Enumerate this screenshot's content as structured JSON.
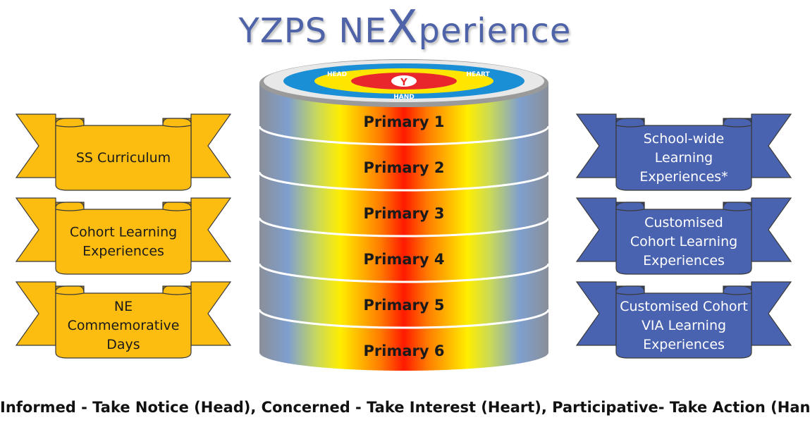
{
  "title": {
    "before": "YZPS NE",
    "big": "X",
    "after": "perience"
  },
  "layers": [
    "Primary 1",
    "Primary 2",
    "Primary 3",
    "Primary 4",
    "Primary 5",
    "Primary 6"
  ],
  "left_banners": [
    [
      "SS Curriculum"
    ],
    [
      "Cohort Learning",
      "Experiences"
    ],
    [
      "NE",
      "Commemorative",
      "Days"
    ]
  ],
  "right_banners": [
    [
      "School-wide",
      "Learning",
      "Experiences*"
    ],
    [
      "Customised",
      "Cohort Learning",
      "Experiences"
    ],
    [
      "Customised Cohort",
      "VIA Learning",
      "Experiences"
    ]
  ],
  "logo_ring_text": [
    "HEAD",
    "HEART",
    "HAND"
  ],
  "logo_letter": "Y",
  "footer": "Informed - Take Notice (Head), Concerned - Take Interest (Heart), Participative- Take Action (Hand)",
  "colors": {
    "title": "#4e63a8",
    "left_banner": "#fdbd10",
    "right_banner": "#4a63b0",
    "cylinder_center": "#ff1a00",
    "cylinder_mid": "#ffee00",
    "cylinder_edge": "#7f9fcf"
  }
}
